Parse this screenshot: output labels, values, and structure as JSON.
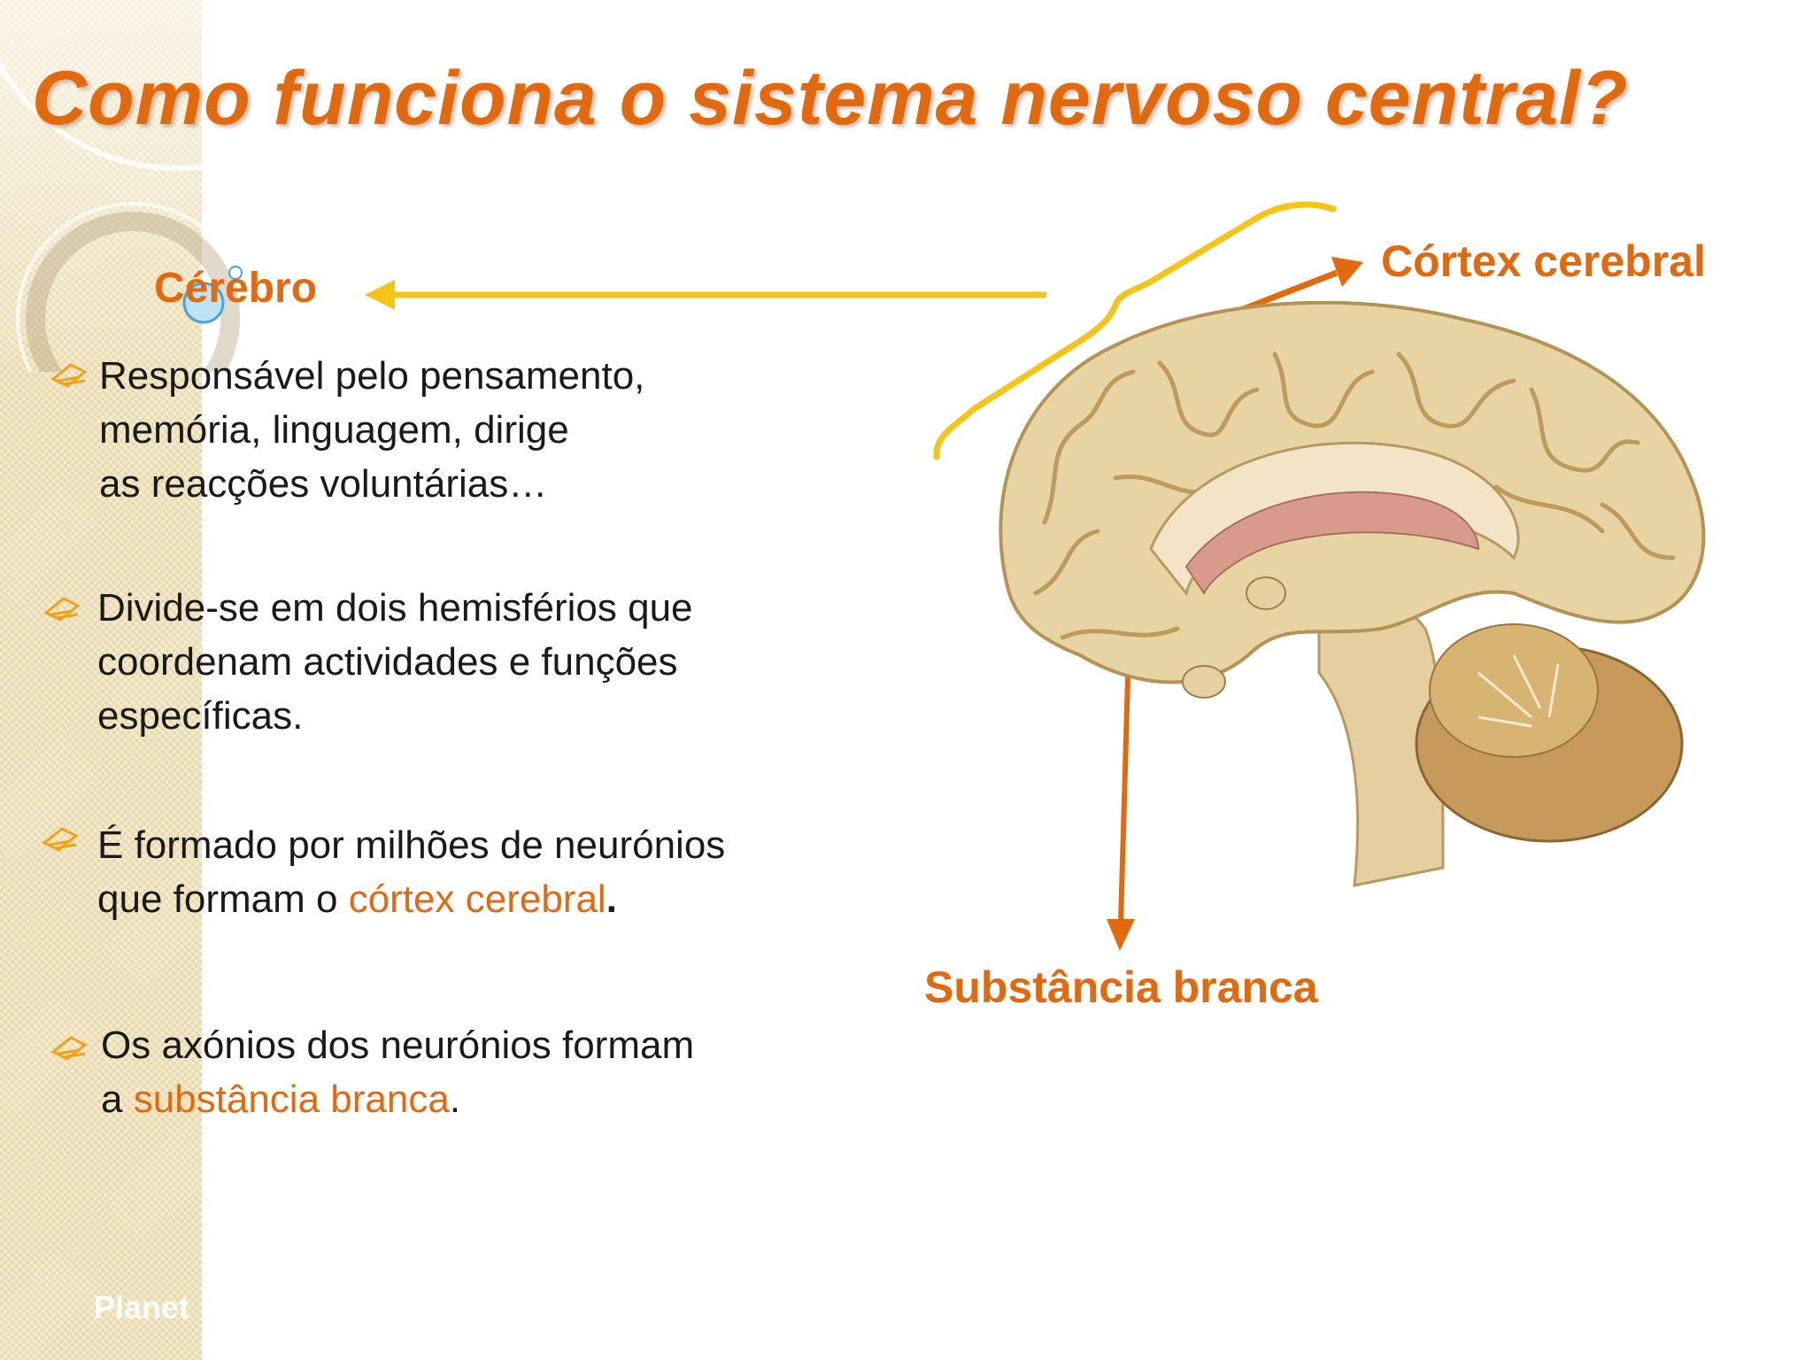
{
  "slide": {
    "title": "Como funciona o sistema nervoso central?",
    "footer": "Planet"
  },
  "labels": {
    "cerebro": "Cérebro",
    "cortex": "Córtex cerebral",
    "substancia": "Substância branca"
  },
  "bullets": [
    {
      "icon": "writing-hand-icon",
      "lines": [
        "Responsável pelo pensamento,",
        "memória, linguagem, dirige",
        "as reacções voluntárias…"
      ]
    },
    {
      "icon": "writing-hand-icon",
      "lines": [
        "Divide-se em dois hemisférios que",
        "coordenam actividades e funções",
        "específicas."
      ]
    },
    {
      "icon": "writing-hand-icon",
      "line1": "É formado por milhões de neurónios",
      "line2_prefix": "que formam o ",
      "line2_highlight": "córtex cerebral",
      "line2_suffix": "."
    },
    {
      "icon": "writing-hand-icon",
      "line1": "Os axónios dos neurónios formam",
      "line2_prefix": "a ",
      "line2_highlight": "substância branca",
      "line2_suffix": "."
    }
  ],
  "colors": {
    "accent": "#e3690f",
    "yellow_arrow": "#f4c418",
    "body_text": "#1a1a1a",
    "strip": "#efe3bd"
  }
}
